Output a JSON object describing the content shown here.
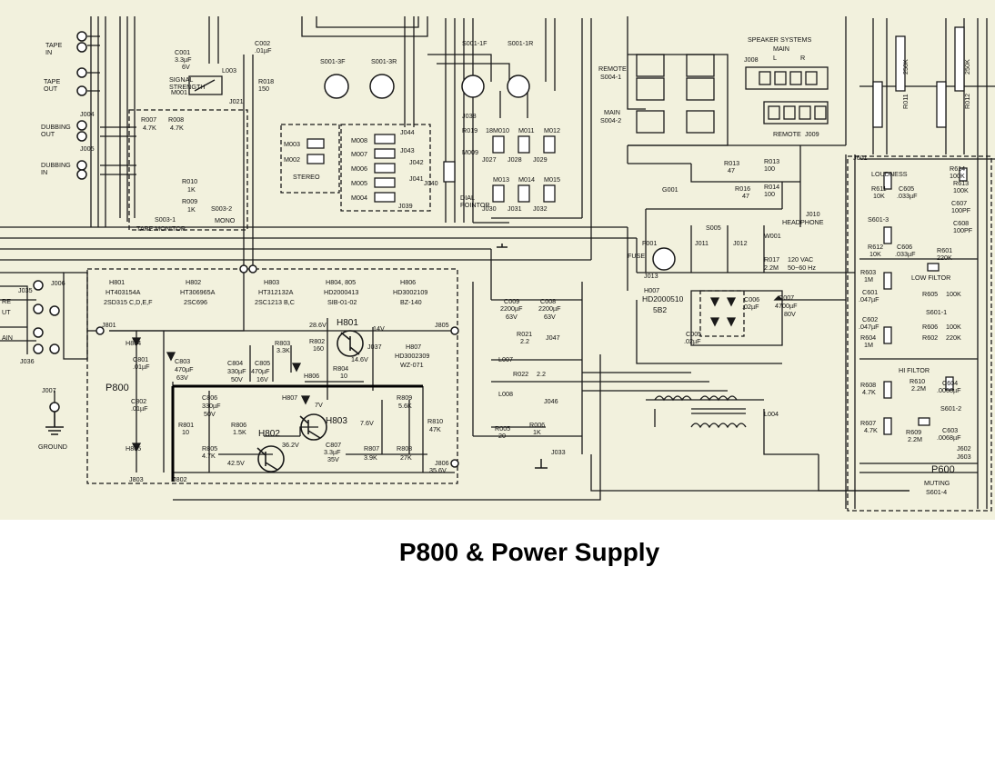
{
  "caption": "P800 & Power Supply",
  "colors": {
    "paper": "#f2f1dd",
    "ink": "#1a1a1a"
  },
  "jacks": {
    "tape_in": "TAPE\nIN",
    "tape_out": "TAPE\nOUT",
    "dubbing_out": "DUBBING\nOUT",
    "dubbing_in": "DUBBING\nIN",
    "j004": "J004",
    "j005": "J005",
    "j006": "J006",
    "j035": "J035",
    "j036": "J036",
    "j007": "J007",
    "ground": "GROUND",
    "re": "RE",
    "ut": "UT",
    "ain": "AIN"
  },
  "tape_monitor": {
    "r007": "R007",
    "r007v": "4.7K",
    "r008": "R008",
    "r008v": "4.7K",
    "r010": "R010",
    "r010v": "1K",
    "r009": "R009",
    "r009v": "1K",
    "s003_1": "S003-1",
    "s003_2": "S003-2",
    "mono": "MONO",
    "tape_monitor": "TAPE MONITOR"
  },
  "signal": {
    "c001": "C001",
    "c001v": "3.3µF",
    "c001volt": "6V",
    "c002": "C002",
    "c002v": ".01µF",
    "l003": "L003",
    "signal_strength": "SIGNAL\nSTRENGTH",
    "m001": "M001",
    "r018": "R018",
    "r018v": "150",
    "j021": "J021"
  },
  "selector": {
    "s001_3f": "S001-3F",
    "s001_3r": "S001-3R",
    "s001_1f": "S001-1F",
    "s001_1r": "S001-1R",
    "j038": "J038",
    "j044": "J044",
    "j043": "J043",
    "j042": "J042",
    "j041": "J041",
    "j040": "J040",
    "j039": "J039",
    "m003": "M003",
    "m002": "M002",
    "stereo": "STEREO",
    "m004": "M004",
    "m005": "M005",
    "m006": "M006",
    "m007": "M007",
    "m008": "M008",
    "r019": "R019",
    "r019v": "18",
    "m009": "M009",
    "dial_pointor": "DIAL\nPOINTOR",
    "m010": "M010",
    "m011": "M011",
    "m012": "M012",
    "m013": "M013",
    "m014": "M014",
    "m015": "M015",
    "j027": "J027",
    "j028": "J028",
    "j029": "J029",
    "j030": "J030",
    "j031": "J031",
    "j032": "J032"
  },
  "speakers": {
    "remote": "REMOTE",
    "s004_1": "S004-1",
    "main": "MAIN",
    "s004_2": "S004-2",
    "speaker_systems": "SPEAKER SYSTEMS",
    "main_label": "MAIN",
    "j008": "J008",
    "remote_label": "REMOTE",
    "j009": "J009",
    "l": "L",
    "r": "R"
  },
  "headphone": {
    "r013a": "R013",
    "r013av": "47",
    "r013b": "R013",
    "r013bv": "100",
    "r016": "R016",
    "r016v": "47",
    "r014": "R014",
    "r014v": "100",
    "j010": "J010",
    "headphone": "HEADPHONE",
    "g001": "G001",
    "s005": "S005",
    "f001": "F001",
    "fuse": "FUSE",
    "j011": "J011",
    "j012": "J012",
    "j013": "J013",
    "w001": "W001",
    "r017": "R017",
    "r017v": "2.2M",
    "mains": "120 VAC",
    "hz": "50~60 Hz"
  },
  "p800": {
    "board": "P800",
    "parts": [
      {
        "ref": "H801",
        "type": "HT403154A",
        "sub": "2SD315 C,D,E,F"
      },
      {
        "ref": "H802",
        "type": "HT306965A",
        "sub": "2SC696"
      },
      {
        "ref": "H803",
        "type": "HT312132A",
        "sub": "2SC1213 B,C"
      },
      {
        "ref": "H804, 805",
        "type": "HD2000413",
        "sub": "SIB-01-02"
      },
      {
        "ref": "H806",
        "type": "HD3002109",
        "sub": "BZ-140"
      }
    ],
    "j801": "J801",
    "j802": "J802",
    "j803": "J803",
    "j805": "J805",
    "j806": "J806",
    "h804": "H804",
    "h805": "H805",
    "c801": "C801",
    "c801v": ".01µF",
    "c802": "C802",
    "c802v": ".01µF",
    "c803": "C803",
    "c803v": "470µF",
    "c803volt": "63V",
    "c804": "C804",
    "c804v": "330µF",
    "c804volt": "50V",
    "c805": "C805",
    "c805v": "470µF",
    "c805volt": "16V",
    "c806": "C806",
    "c806v": "330µF",
    "c806volt": "50V",
    "c807": "C807",
    "c807v": "3.3µF",
    "c807volt": "35V",
    "r801": "R801",
    "r801v": "10",
    "r802": "R802",
    "r802v": "160",
    "r803": "R803",
    "r803v": "3.3K",
    "r804": "R804",
    "r804v": "10",
    "r805": "R805",
    "r805v": "4.7K",
    "r806": "R806",
    "r806v": "1.5K",
    "r807": "R807",
    "r807v": "3.9K",
    "r808": "R808",
    "r808v": "27K",
    "r809": "R809",
    "r809v": "5.6K",
    "r810": "R810",
    "r810v": "47K",
    "h801": "H801",
    "h802": "H802",
    "h803": "H803",
    "h806": "H806",
    "h807": "H807",
    "h807_type": "HD3002309",
    "h807_sub": "WZ-071",
    "j037": "J037",
    "v286": "28.6V",
    "v14": "14V",
    "v146": "14.6V",
    "v7": "7V",
    "v76": "7.6V",
    "v362": "36.2V",
    "v425": "42.5V",
    "v356": "35.6V"
  },
  "supply": {
    "c009": "C009",
    "c009v": "2200µF",
    "c009volt": "63V",
    "c008": "C008",
    "c008v": "2200µF",
    "c008volt": "63V",
    "r021": "R021",
    "r021v": "2.2",
    "r022": "R022",
    "r022v": "2.2",
    "l007": "L007",
    "l008": "L008",
    "j047": "J047",
    "j046": "J046",
    "r005": "R005",
    "r005v": "20",
    "r006": "R006",
    "r006v": "1K",
    "j033": "J033",
    "h007": "H007",
    "h007_type": "HD2000510",
    "h007_sub": "5B2",
    "c006": "C006",
    "c006v": ".02µF",
    "c005": "C005",
    "c005v": ".02µF",
    "c007": "C007",
    "c007v": "4700µF",
    "c007volt": "80V",
    "l004": "L004"
  },
  "p600": {
    "board": "P600",
    "j601": "J601",
    "loudness": "LOUDNESS",
    "r614": "R614",
    "r614v": "100K",
    "r613": "R613",
    "r613v": "100K",
    "r611": "R611",
    "r611v": "10K",
    "c605": "C605",
    "c605v": ".033µF",
    "c607": "C607",
    "c607v": "100PF",
    "s601_3": "S601-3",
    "c608": "C608",
    "c608v": "100PF",
    "r612": "R612",
    "r612v": "10K",
    "c606": "C606",
    "c606v": ".033µF",
    "r601": "R601",
    "r601v": "220K",
    "r603": "R603",
    "r603v": "1M",
    "low_filtor": "LOW FILTOR",
    "c601": "C601",
    "c601v": ".047µF",
    "r605": "R605",
    "r605v": "100K",
    "s601_1": "S601-1",
    "c602": "C602",
    "c602v": ".047µF",
    "r606": "R606",
    "r606v": "100K",
    "r604": "R604",
    "r604v": "1M",
    "r602": "R602",
    "r602v": "220K",
    "hi_filtor": "HI FILTOR",
    "r608": "R608",
    "r608v": "4.7K",
    "r610": "R610",
    "r610v": "2.2M",
    "c604": "C604",
    "c604v": ".0068µF",
    "s601_2": "S601-2",
    "r607": "R607",
    "r607v": "4.7K",
    "r609": "R609",
    "r609v": "2.2M",
    "c603": "C603",
    "c603v": ".0068µF",
    "j602": "J602",
    "j603": "J603",
    "muting": "MUTING",
    "s601_4": "S601-4",
    "r011": "R011",
    "r012": "R012",
    "k250a": "250K",
    "k250b": "250K"
  }
}
